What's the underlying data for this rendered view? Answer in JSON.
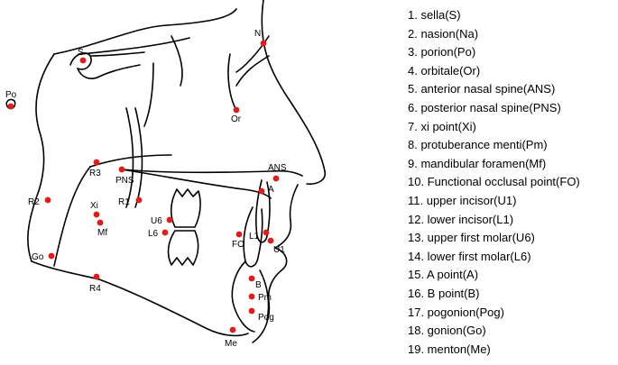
{
  "colors": {
    "outline": "#000000",
    "landmark": "#e31b1b",
    "background": "#ffffff"
  },
  "landmarks": [
    {
      "id": "S",
      "label": "S"
    },
    {
      "id": "N",
      "label": "N"
    },
    {
      "id": "Po",
      "label": "Po"
    },
    {
      "id": "Or",
      "label": "Or"
    },
    {
      "id": "ANS",
      "label": "ANS"
    },
    {
      "id": "PNS",
      "label": "PNS"
    },
    {
      "id": "Xi",
      "label": "Xi"
    },
    {
      "id": "Pm",
      "label": "Pm"
    },
    {
      "id": "Mf",
      "label": "Mf"
    },
    {
      "id": "FO",
      "label": "FO"
    },
    {
      "id": "U1",
      "label": "U1"
    },
    {
      "id": "L1",
      "label": "L1"
    },
    {
      "id": "U6",
      "label": "U6"
    },
    {
      "id": "L6",
      "label": "L6"
    },
    {
      "id": "A",
      "label": "A"
    },
    {
      "id": "B",
      "label": "B"
    },
    {
      "id": "Pog",
      "label": "Pog"
    },
    {
      "id": "Go",
      "label": "Go"
    },
    {
      "id": "Me",
      "label": "Me"
    },
    {
      "id": "R1",
      "label": "R1"
    },
    {
      "id": "R2",
      "label": "R2"
    },
    {
      "id": "R3",
      "label": "R3"
    },
    {
      "id": "R4",
      "label": "R4"
    }
  ],
  "legend": [
    "1. sella(S)",
    "2. nasion(Na)",
    "3. porion(Po)",
    "4. orbitale(Or)",
    "5. anterior nasal spine(ANS)",
    "6. posterior nasal spine(PNS)",
    "7. xi point(Xi)",
    "8. protuberance menti(Pm)",
    "9. mandibular foramen(Mf)",
    "10. Functional occlusal point(FO)",
    "11. upper incisor(U1)",
    "12. lower incisor(L1)",
    "13. upper first molar(U6)",
    "14. lower first molar(L6)",
    "15. A point(A)",
    "16. B point(B)",
    "17. pogonion(Pog)",
    "18. gonion(Go)",
    "19. menton(Me)"
  ]
}
